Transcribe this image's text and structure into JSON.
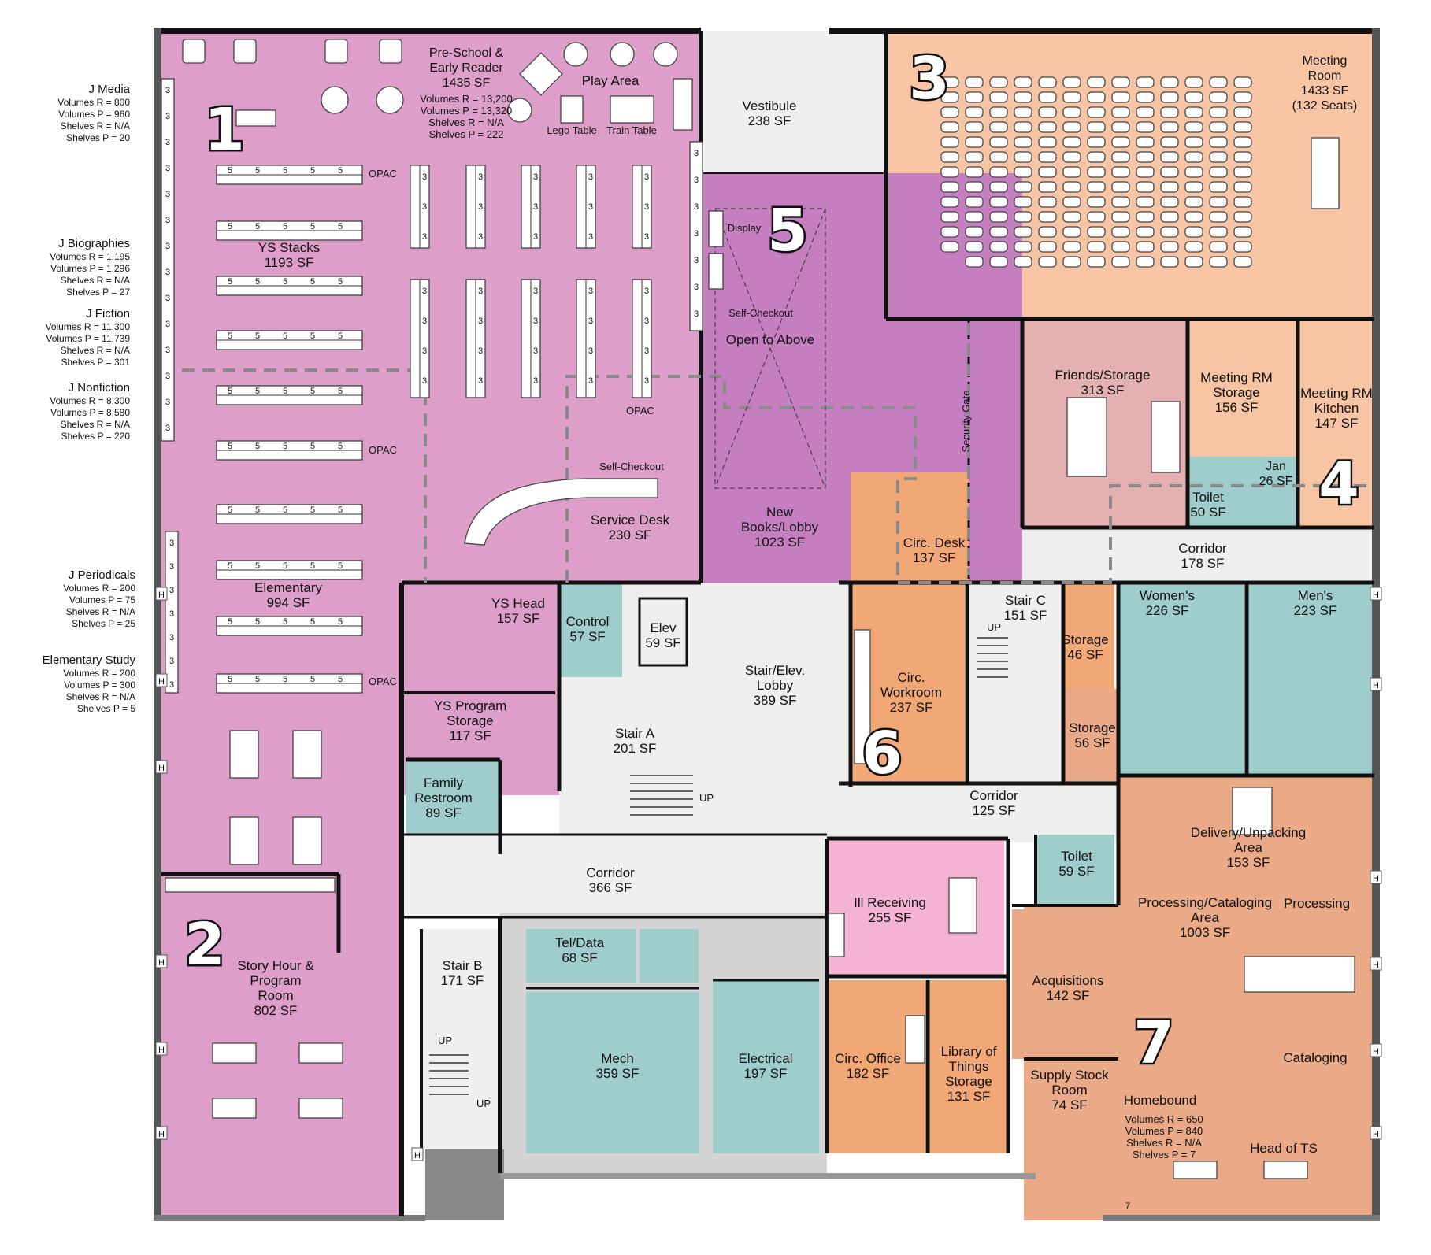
{
  "rooms": [
    {
      "id": "pre-school",
      "lines": [
        "Pre-School &",
        "Early Reader",
        "1435 SF"
      ]
    },
    {
      "id": "pre-school-notes",
      "lines": [
        "Volumes R = 13,200",
        "Volumes P = 13,320",
        "Shelves R = N/A",
        "Shelves P = 222"
      ]
    },
    {
      "id": "play-area",
      "lines": [
        "Play Area"
      ]
    },
    {
      "id": "lego-table",
      "lines": [
        "Lego Table"
      ]
    },
    {
      "id": "train-table",
      "lines": [
        "Train Table"
      ]
    },
    {
      "id": "vestibule",
      "lines": [
        "Vestibule",
        "238 SF"
      ]
    },
    {
      "id": "meeting-room",
      "lines": [
        "Meeting",
        "Room",
        "1433 SF",
        "",
        "(132 Seats)"
      ]
    },
    {
      "id": "ys-stacks",
      "lines": [
        "YS Stacks",
        "1193 SF"
      ]
    },
    {
      "id": "display",
      "lines": [
        "Display"
      ]
    },
    {
      "id": "self-checkout-1",
      "lines": [
        "Self-Checkout"
      ]
    },
    {
      "id": "open-to-above",
      "lines": [
        "Open to Above"
      ]
    },
    {
      "id": "opac-1",
      "lines": [
        "OPAC"
      ]
    },
    {
      "id": "opac-2",
      "lines": [
        "OPAC"
      ]
    },
    {
      "id": "opac-3",
      "lines": [
        "OPAC"
      ]
    },
    {
      "id": "opac-4",
      "lines": [
        "OPAC"
      ]
    },
    {
      "id": "friends-storage",
      "lines": [
        "Friends/Storage",
        "313 SF"
      ]
    },
    {
      "id": "meeting-rm-storage",
      "lines": [
        "Meeting RM",
        "Storage",
        "156 SF"
      ]
    },
    {
      "id": "meeting-rm-kitchen",
      "lines": [
        "Meeting RM",
        "Kitchen",
        "147 SF"
      ]
    },
    {
      "id": "security-gate",
      "lines": [
        "Security Gate"
      ]
    },
    {
      "id": "toilet-1",
      "lines": [
        "Toilet",
        "50 SF"
      ]
    },
    {
      "id": "jan",
      "lines": [
        "Jan",
        "26 SF"
      ]
    },
    {
      "id": "self-checkout-2",
      "lines": [
        "Self-Checkout"
      ]
    },
    {
      "id": "service-desk",
      "lines": [
        "Service Desk",
        "230 SF"
      ]
    },
    {
      "id": "new-books",
      "lines": [
        "New",
        "Books/Lobby",
        "1023 SF"
      ]
    },
    {
      "id": "circ-desk",
      "lines": [
        "Circ. Desk",
        "137 SF"
      ]
    },
    {
      "id": "corridor-178",
      "lines": [
        "Corridor",
        "178 SF"
      ]
    },
    {
      "id": "elementary",
      "lines": [
        "Elementary",
        "994 SF"
      ]
    },
    {
      "id": "ys-head",
      "lines": [
        "YS Head",
        "157 SF"
      ]
    },
    {
      "id": "control",
      "lines": [
        "Control",
        "57 SF"
      ]
    },
    {
      "id": "elev",
      "lines": [
        "Elev",
        "59 SF"
      ]
    },
    {
      "id": "stair-c",
      "lines": [
        "Stair C",
        "151 SF"
      ]
    },
    {
      "id": "storage-46",
      "lines": [
        "Storage",
        "46 SF"
      ]
    },
    {
      "id": "womens",
      "lines": [
        "Women's",
        "226 SF"
      ]
    },
    {
      "id": "mens",
      "lines": [
        "Men's",
        "223 SF"
      ]
    },
    {
      "id": "stair-elev-lobby",
      "lines": [
        "Stair/Elev.",
        "Lobby",
        "389 SF"
      ]
    },
    {
      "id": "circ-workroom",
      "lines": [
        "Circ.",
        "Workroom",
        "237 SF"
      ]
    },
    {
      "id": "ys-program-storage",
      "lines": [
        "YS Program",
        "Storage",
        "117 SF"
      ]
    },
    {
      "id": "stair-a",
      "lines": [
        "Stair A",
        "201 SF"
      ]
    },
    {
      "id": "storage-56",
      "lines": [
        "Storage",
        "56 SF"
      ]
    },
    {
      "id": "family-restroom",
      "lines": [
        "Family",
        "Restroom",
        "89 SF"
      ]
    },
    {
      "id": "corridor-125",
      "lines": [
        "Corridor",
        "125 SF"
      ]
    },
    {
      "id": "delivery",
      "lines": [
        "Delivery/Unpacking",
        "Area",
        "153 SF"
      ]
    },
    {
      "id": "toilet-2",
      "lines": [
        "Toilet",
        "59 SF"
      ]
    },
    {
      "id": "corridor-366",
      "lines": [
        "Corridor",
        "366 SF"
      ]
    },
    {
      "id": "ill-receiving",
      "lines": [
        "Ill Receiving",
        "255 SF"
      ]
    },
    {
      "id": "processing-area",
      "lines": [
        "Processing/Cataloging",
        "Area",
        "1003 SF"
      ]
    },
    {
      "id": "processing",
      "lines": [
        "Processing"
      ]
    },
    {
      "id": "story-hour",
      "lines": [
        "Story Hour &",
        "Program",
        "Room",
        "802 SF"
      ]
    },
    {
      "id": "stair-b",
      "lines": [
        "Stair B",
        "171 SF"
      ]
    },
    {
      "id": "tel-data",
      "lines": [
        "Tel/Data",
        "68 SF"
      ]
    },
    {
      "id": "acquisitions",
      "lines": [
        "Acquisitions",
        "142 SF"
      ]
    },
    {
      "id": "mech",
      "lines": [
        "Mech",
        "359 SF"
      ]
    },
    {
      "id": "electrical",
      "lines": [
        "Electrical",
        "197 SF"
      ]
    },
    {
      "id": "circ-office",
      "lines": [
        "Circ. Office",
        "182 SF"
      ]
    },
    {
      "id": "library-of-things",
      "lines": [
        "Library of",
        "Things",
        "Storage",
        "131 SF"
      ]
    },
    {
      "id": "cataloging",
      "lines": [
        "Cataloging"
      ]
    },
    {
      "id": "supply-stock",
      "lines": [
        "Supply Stock",
        "Room",
        "74 SF"
      ]
    },
    {
      "id": "homebound",
      "lines": [
        "Homebound"
      ]
    },
    {
      "id": "homebound-notes",
      "lines": [
        "Volumes R = 650",
        "Volumes P = 840",
        "Shelves R = N/A",
        "Shelves P = 7"
      ]
    },
    {
      "id": "head-of-ts",
      "lines": [
        "Head of TS"
      ]
    },
    {
      "id": "up-a",
      "lines": [
        "UP"
      ]
    },
    {
      "id": "up-b1",
      "lines": [
        "UP"
      ]
    },
    {
      "id": "up-b2",
      "lines": [
        "UP"
      ]
    },
    {
      "id": "up-c",
      "lines": [
        "UP"
      ]
    }
  ],
  "side_notes": [
    {
      "id": "j-media",
      "title": "J Media",
      "lines": [
        "Volumes R = 800",
        "Volumes P = 960",
        "Shelves R = N/A",
        "Shelves P = 20"
      ]
    },
    {
      "id": "j-biographies",
      "title": "J Biographies",
      "lines": [
        "Volumes R = 1,195",
        "Volumes P = 1,296",
        "Shelves R = N/A",
        "Shelves P = 27"
      ]
    },
    {
      "id": "j-fiction",
      "title": "J Fiction",
      "lines": [
        "Volumes R = 11,300",
        "Volumes P = 11,739",
        "Shelves R = N/A",
        "Shelves P = 301"
      ]
    },
    {
      "id": "j-nonfiction",
      "title": "J Nonfiction",
      "lines": [
        "Volumes R = 8,300",
        "Volumes P = 8,580",
        "Shelves R = N/A",
        "Shelves P = 220"
      ]
    },
    {
      "id": "j-periodicals",
      "title": "J Periodicals",
      "lines": [
        "Volumes R = 200",
        "Volumes P = 75",
        "Shelves R = N/A",
        "Shelves P = 25"
      ]
    },
    {
      "id": "elementary-study",
      "title": "Elementary Study",
      "lines": [
        "Volumes R = 200",
        "Volumes P = 300",
        "Shelves R = N/A",
        "Shelves P = 5"
      ]
    }
  ],
  "zones": [
    {
      "id": "zone-1",
      "number": "1",
      "color": "#dd9fc9"
    },
    {
      "id": "zone-2",
      "number": "2",
      "color": "#dd9fc9"
    },
    {
      "id": "zone-3",
      "number": "3",
      "color": "#f7c4a4"
    },
    {
      "id": "zone-4",
      "number": "4",
      "color": "#e8b4b0"
    },
    {
      "id": "zone-5",
      "number": "5",
      "color": "#c57ebf"
    },
    {
      "id": "zone-6",
      "number": "6",
      "color": "#f1a876"
    },
    {
      "id": "zone-7",
      "number": "7",
      "color": "#ecaa85"
    }
  ],
  "colors": {
    "youth": "#dd9fc9",
    "meeting": "#f7c4a4",
    "friends": "#e5b1b0",
    "lobby_purple": "#c57ebf",
    "circulation": "#f1a876",
    "technical": "#eaa987",
    "utility": "#9fcdcc",
    "receiving": "#f5b3d4",
    "common": "#efefef"
  },
  "shelf_unit_label": "5",
  "stack_unit_label": "3",
  "wall_unit_label": "3",
  "wall_marker_label": "H",
  "small_marker_label": "7"
}
